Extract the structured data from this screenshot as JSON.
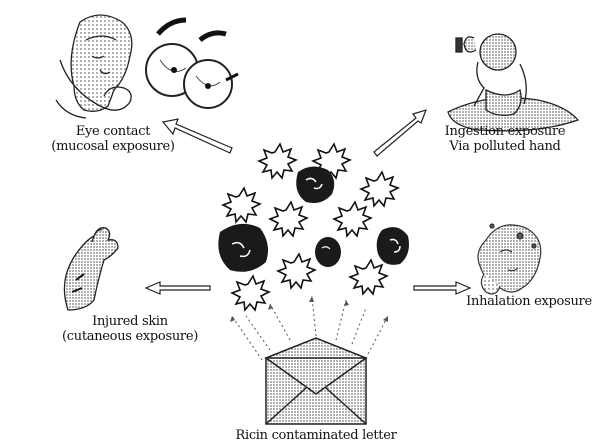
{
  "labels": {
    "eye": [
      "Eye contact",
      "(mucosal exposure)"
    ],
    "ingestion": [
      "Ingestion exposure",
      "Via polluted hand"
    ],
    "skin": [
      "Injured skin",
      "(cutaneous exposure)"
    ],
    "inhalation": [
      "Inhalation exposure"
    ],
    "letter": [
      "Ricin contaminated letter"
    ]
  },
  "colors": {
    "ink": "#111111",
    "dark_particle": "#1a1a1a",
    "stipple": "#888888"
  },
  "icons": [
    "eye-contact-figure-icon",
    "eyes-icon",
    "ingestion-figure-icon",
    "injured-arm-icon",
    "inhalation-figure-icon",
    "envelope-icon",
    "spiky-particle-icon",
    "toxin-particle-icon",
    "arrow-icon"
  ]
}
